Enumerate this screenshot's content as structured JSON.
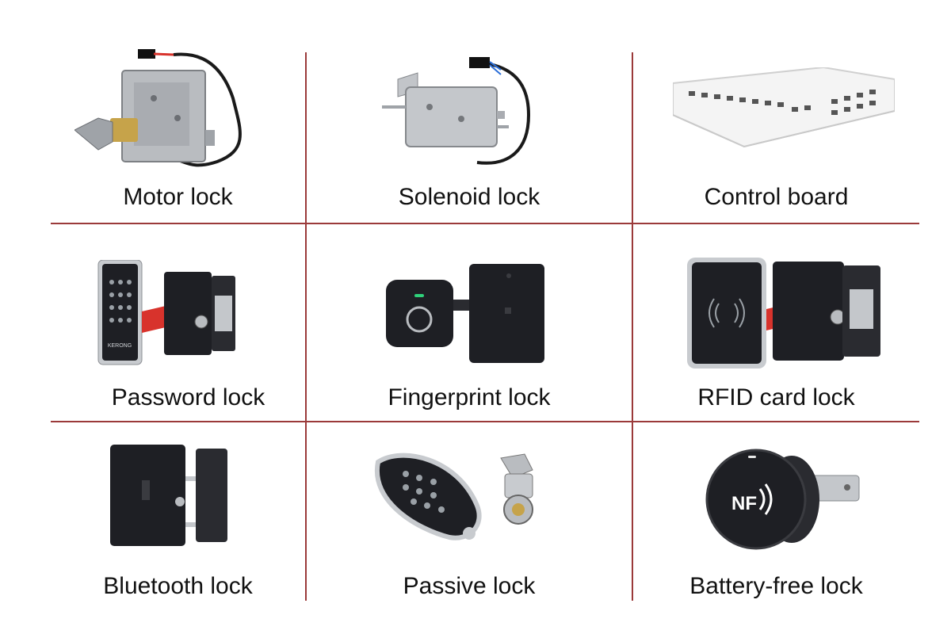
{
  "cells": [
    {
      "label": "Motor lock",
      "icon": "motor-lock-icon"
    },
    {
      "label": "Solenoid lock",
      "icon": "solenoid-lock-icon"
    },
    {
      "label": "Control board",
      "icon": "control-board-icon"
    },
    {
      "label": "Password lock",
      "icon": "password-lock-icon"
    },
    {
      "label": "Fingerprint lock",
      "icon": "fingerprint-lock-icon"
    },
    {
      "label": "RFID card lock",
      "icon": "rfid-card-lock-icon"
    },
    {
      "label": "Bluetooth lock",
      "icon": "bluetooth-lock-icon"
    },
    {
      "label": "Passive lock",
      "icon": "passive-lock-icon"
    },
    {
      "label": "Battery-free lock",
      "icon": "battery-free-lock-icon"
    }
  ],
  "keypad_brand": "KERONG",
  "nfc_mark": "NF",
  "colors": {
    "divider": "#9b3a3a",
    "lock_black": "#1e1f24",
    "metal": "#b9bcc0",
    "ribbon": "#d8332c",
    "led_green": "#2fd17a"
  }
}
